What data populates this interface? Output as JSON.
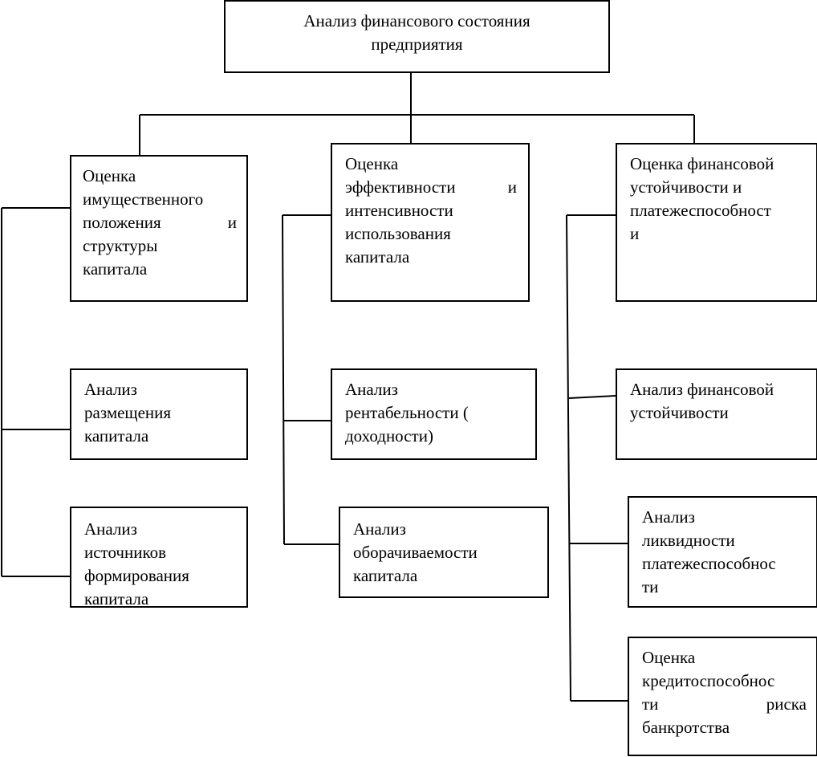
{
  "root": {
    "lines": [
      "Анализ финансового состояния",
      "предприятия"
    ]
  },
  "branches": [
    {
      "lines": [
        [
          "Оценка"
        ],
        [
          "имущественного"
        ],
        [
          "положения",
          "и"
        ],
        [
          "структуры"
        ],
        [
          "капитала"
        ]
      ],
      "children": [
        {
          "lines": [
            [
              "Анализ"
            ],
            [
              "размещения"
            ],
            [
              "капитала"
            ]
          ]
        },
        {
          "lines": [
            [
              "Анализ"
            ],
            [
              "источников"
            ],
            [
              "формирования"
            ],
            [
              "капитала"
            ]
          ]
        }
      ]
    },
    {
      "lines": [
        [
          "Оценка"
        ],
        [
          "эффективности",
          "и"
        ],
        [
          "интенсивности"
        ],
        [
          "использования"
        ],
        [
          "капитала"
        ]
      ],
      "children": [
        {
          "lines": [
            [
              "Анализ"
            ],
            [
              "рентабельности ("
            ],
            [
              "доходности)"
            ]
          ]
        },
        {
          "lines": [
            [
              "Анализ"
            ],
            [
              "оборачиваемости"
            ],
            [
              "капитала"
            ]
          ]
        }
      ]
    },
    {
      "lines": [
        [
          "Оценка финансовой"
        ],
        [
          "устойчивости и"
        ],
        [
          "платежеспособност"
        ],
        [
          "и"
        ]
      ],
      "children": [
        {
          "lines": [
            [
              "Анализ  финансовой"
            ],
            [
              "устойчивости"
            ]
          ]
        },
        {
          "lines": [
            [
              "Анализ"
            ],
            [
              "ликвидности"
            ],
            [
              "платежеспособнос"
            ],
            [
              "ти"
            ]
          ]
        },
        {
          "lines": [
            [
              "Оценка"
            ],
            [
              "кредитоспособнос"
            ],
            [
              "ти",
              "риска"
            ],
            [
              "банкротства"
            ]
          ]
        }
      ]
    }
  ]
}
